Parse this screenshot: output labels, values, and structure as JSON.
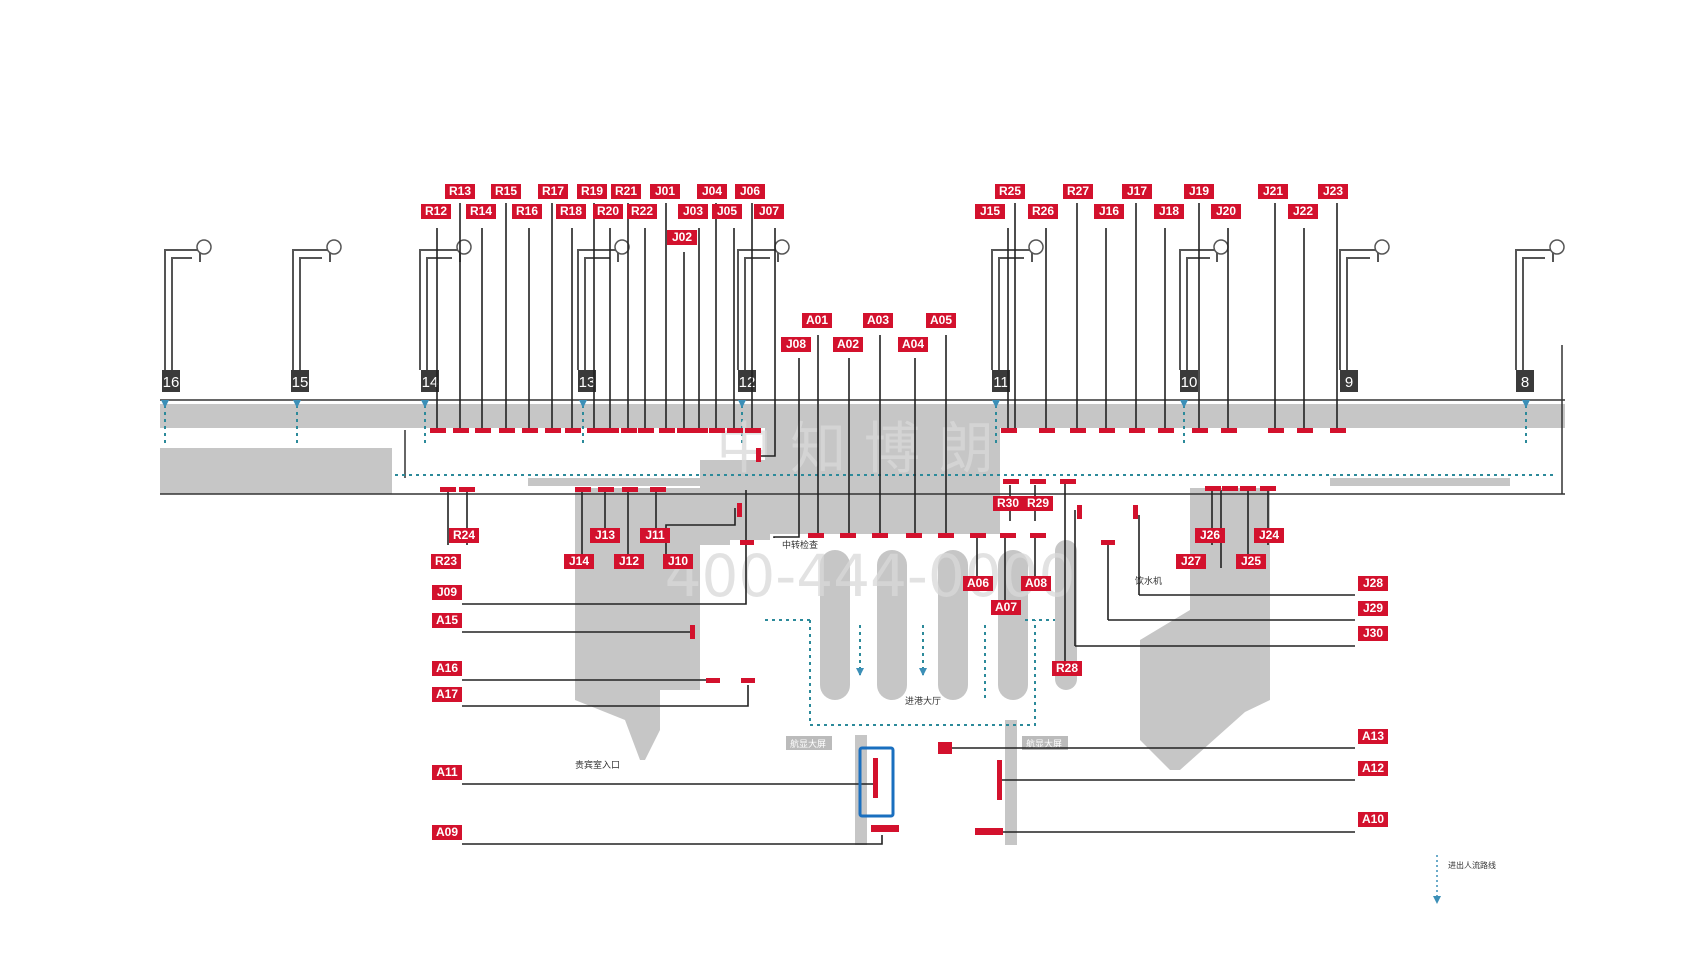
{
  "labels": {
    "R13": "R13",
    "R15": "R15",
    "R17": "R17",
    "R19": "R19",
    "R21": "R21",
    "J01": "J01",
    "J04": "J04",
    "J06": "J06",
    "R12": "R12",
    "R14": "R14",
    "R16": "R16",
    "R18": "R18",
    "R20": "R20",
    "R22": "R22",
    "J03": "J03",
    "J05": "J05",
    "J07": "J07",
    "J02": "J02",
    "R25": "R25",
    "R27": "R27",
    "J17": "J17",
    "J19": "J19",
    "J21": "J21",
    "J23": "J23",
    "J15": "J15",
    "R26": "R26",
    "J16": "J16",
    "J18": "J18",
    "J20": "J20",
    "J22": "J22",
    "A01": "A01",
    "A03": "A03",
    "A05": "A05",
    "J08": "J08",
    "A02": "A02",
    "A04": "A04",
    "R30": "R30",
    "R29": "R29",
    "R24": "R24",
    "R23": "R23",
    "J13": "J13",
    "J11": "J11",
    "J14": "J14",
    "J12": "J12",
    "J10": "J10",
    "J26": "J26",
    "J24": "J24",
    "J27": "J27",
    "J25": "J25",
    "A06": "A06",
    "A08": "A08",
    "A07": "A07",
    "R28": "R28",
    "J09": "J09",
    "A15": "A15",
    "A16": "A16",
    "A17": "A17",
    "A11": "A11",
    "A09": "A09",
    "J28": "J28",
    "J29": "J29",
    "J30": "J30",
    "A13": "A13",
    "A12": "A12",
    "A10": "A10"
  },
  "gates": [
    "16",
    "15",
    "14",
    "13",
    "12",
    "11",
    "10",
    "9",
    "8"
  ],
  "watermark": {
    "text": "中 知 博 朗",
    "phone": "400-444-0000"
  },
  "areas": {
    "hall": "进港大厅",
    "vip_entrance": "贵宾室入口",
    "water": "饮水机",
    "checkpoint": "中转检查",
    "exit_left": "航显大屏",
    "exit_right": "航显大屏"
  },
  "legend": {
    "label": "进出人流路线"
  },
  "colors": {
    "label_red": "#d3112d",
    "gray_area": "#c6c6c6",
    "flow_teal": "#2c8a9a",
    "highlight_blue": "#1a6fbf"
  }
}
